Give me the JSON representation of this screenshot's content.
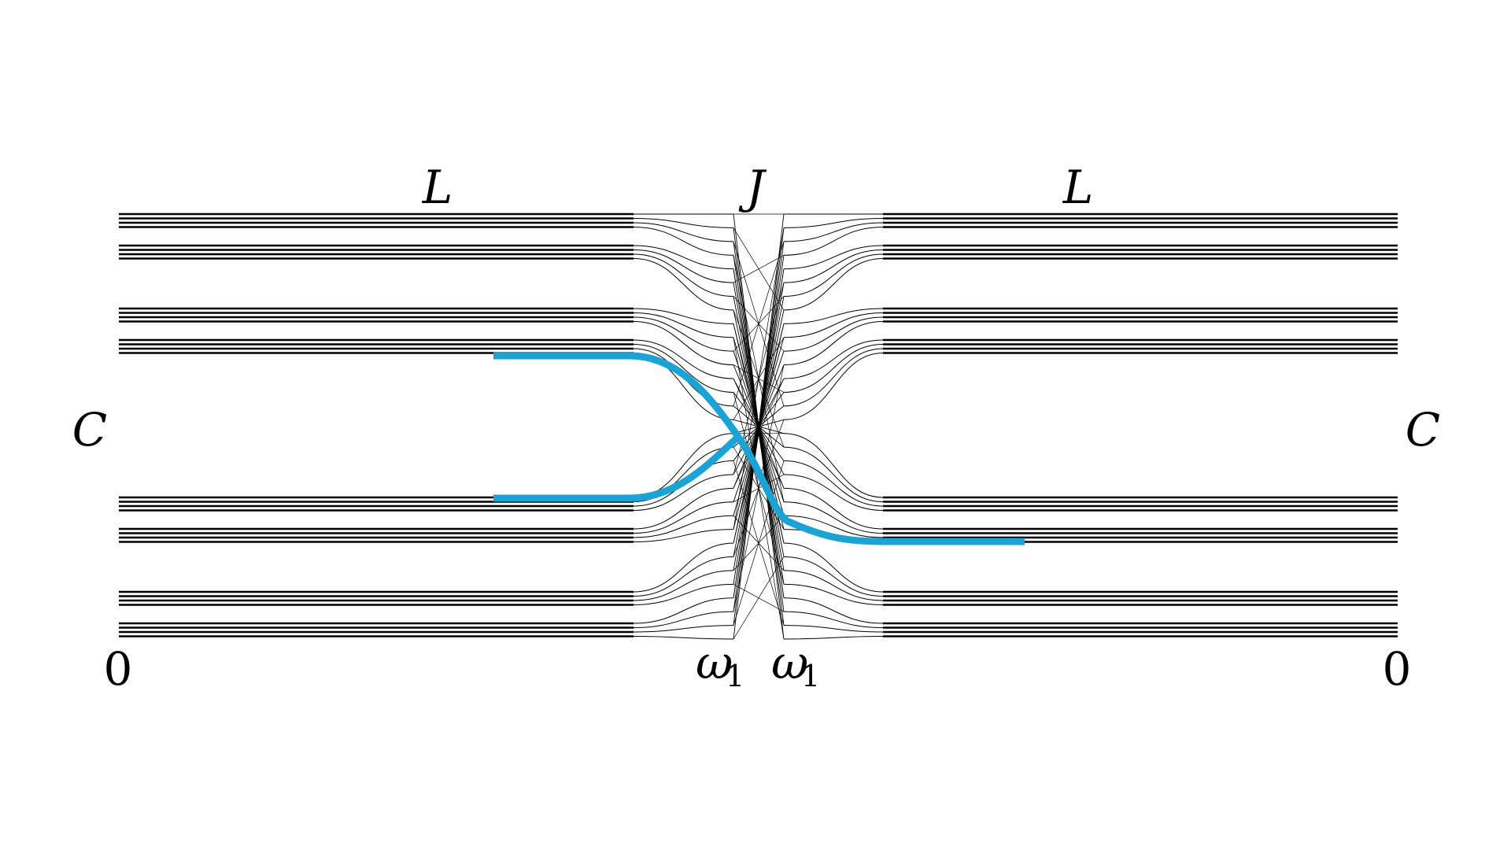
{
  "labels": {
    "left_segment": "L",
    "junction": "J",
    "right_segment": "L",
    "left_end": "C",
    "right_end": "C",
    "left_origin": "0",
    "right_origin": "0",
    "omega_left_symbol": "ω",
    "omega_left_index": "1",
    "omega_right_symbol": "ω",
    "omega_right_index": "1"
  },
  "colors": {
    "strands": "#000000",
    "highlight": "#1aa3d4",
    "background": "#ffffff"
  },
  "structure": {
    "strand_groups": 4,
    "bands_per_group": 2,
    "strands_per_band": 4,
    "highlighted_path": "from the lower side of group 2 on the left, through the junction, to a strand of group 3 on the right; a second branch joins from group 3 on the left"
  }
}
